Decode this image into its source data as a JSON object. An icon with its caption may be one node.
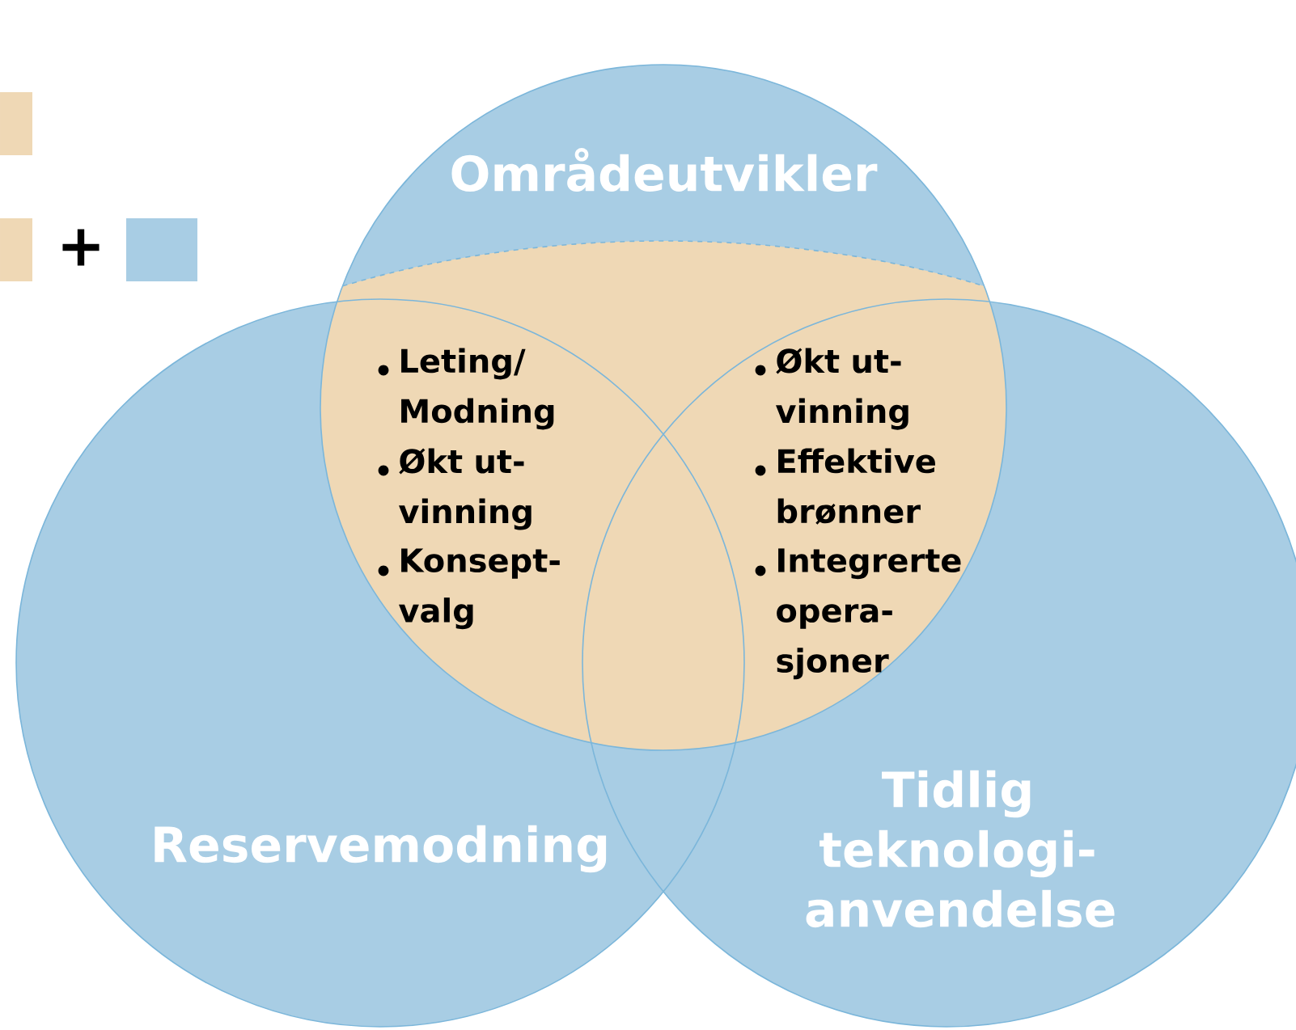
{
  "diagram": {
    "nodes": [
      {
        "text": [
          "Områdeutvikler"
        ]
      },
      {
        "text": [
          "Reservemodning"
        ]
      },
      {
        "text": [
          "Tidlig teknologi- anvendelse"
        ]
      }
    ],
    "labels": [
      "+",
      "Leting/ Modning",
      "Økt ut- vinning",
      "Konsept- valg",
      "Økt ut- vinning",
      "Effektive brønner",
      "Integrerte opera- sjoner"
    ]
  }
}
